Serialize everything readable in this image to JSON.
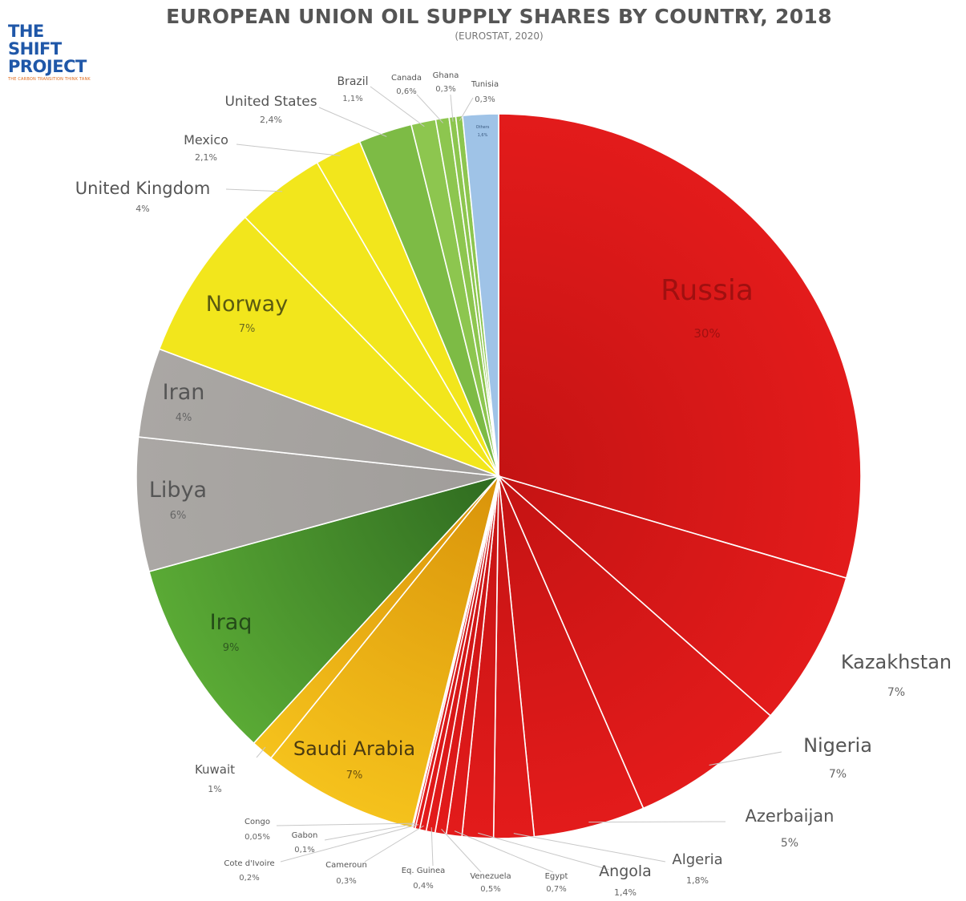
{
  "header": {
    "title": "EUROPEAN UNION OIL SUPPLY SHARES BY COUNTRY, 2018",
    "subtitle": "(EUROSTAT, 2020)"
  },
  "logo": {
    "line1": "THE SHIFT",
    "line2": "PROJECT",
    "tagline": "THE CARBON TRANSITION THINK TANK"
  },
  "chart_data": {
    "type": "pie",
    "title": "EUROPEAN UNION OIL SUPPLY SHARES BY COUNTRY, 2018",
    "subtitle": "(EUROSTAT, 2020)",
    "start_angle_deg": 0,
    "direction": "clockwise",
    "slices": [
      {
        "label": "Russia",
        "value_label": "30%",
        "value": 29.7,
        "color": "#e31b1b",
        "shade": "#c41313"
      },
      {
        "label": "Kazakhstan",
        "value_label": "7%",
        "value": 7.0,
        "color": "#e31b1b",
        "shade": "#c41313"
      },
      {
        "label": "Nigeria",
        "value_label": "7%",
        "value": 7.0,
        "color": "#e31b1b",
        "shade": "#c41313"
      },
      {
        "label": "Azerbaijan",
        "value_label": "5%",
        "value": 5.0,
        "color": "#e31b1b",
        "shade": "#c41313"
      },
      {
        "label": "Algeria",
        "value_label": "1,8%",
        "value": 1.8,
        "color": "#e31b1b",
        "shade": "#c41313"
      },
      {
        "label": "Angola",
        "value_label": "1,4%",
        "value": 1.4,
        "color": "#e31b1b",
        "shade": "#c41313"
      },
      {
        "label": "Egypt",
        "value_label": "0,7%",
        "value": 0.7,
        "color": "#e31b1b",
        "shade": "#c41313"
      },
      {
        "label": "Venezuela",
        "value_label": "0,5%",
        "value": 0.5,
        "color": "#e31b1b",
        "shade": "#c41313"
      },
      {
        "label": "Eq. Guinea",
        "value_label": "0,4%",
        "value": 0.4,
        "color": "#e31b1b",
        "shade": "#c41313"
      },
      {
        "label": "Cameroun",
        "value_label": "0,3%",
        "value": 0.3,
        "color": "#e31b1b",
        "shade": "#c41313"
      },
      {
        "label": "Cote d'Ivoire",
        "value_label": "0,2%",
        "value": 0.2,
        "color": "#e31b1b",
        "shade": "#c41313"
      },
      {
        "label": "Gabon",
        "value_label": "0,1%",
        "value": 0.1,
        "color": "#e31b1b",
        "shade": "#c41313"
      },
      {
        "label": "Congo",
        "value_label": "0,05%",
        "value": 0.05,
        "color": "#e31b1b",
        "shade": "#c41313"
      },
      {
        "label": "Saudi Arabia",
        "value_label": "7%",
        "value": 7.0,
        "color": "#f5c21c",
        "shade": "#d9930a"
      },
      {
        "label": "Kuwait",
        "value_label": "1%",
        "value": 1.0,
        "color": "#f5c21c",
        "shade": "#d9930a"
      },
      {
        "label": "Iraq",
        "value_label": "9%",
        "value": 9.0,
        "color": "#5aaa35",
        "shade": "#2f6b20"
      },
      {
        "label": "Libya",
        "value_label": "6%",
        "value": 6.0,
        "color": "#aaa7a4",
        "shade": "#a09d9a"
      },
      {
        "label": "Iran",
        "value_label": "4%",
        "value": 4.0,
        "color": "#aaa7a4",
        "shade": "#a09d9a"
      },
      {
        "label": "Norway",
        "value_label": "7%",
        "value": 7.0,
        "color": "#f2e61c",
        "shade": "#f2e61c"
      },
      {
        "label": "United Kingdom",
        "value_label": "4%",
        "value": 4.0,
        "color": "#f2e61c",
        "shade": "#f2e61c"
      },
      {
        "label": "Mexico",
        "value_label": "2,1%",
        "value": 2.1,
        "color": "#f2e61c",
        "shade": "#f2e61c"
      },
      {
        "label": "United States",
        "value_label": "2,4%",
        "value": 2.4,
        "color": "#7dbb45",
        "shade": "#7dbb45"
      },
      {
        "label": "Brazil",
        "value_label": "1,1%",
        "value": 1.1,
        "color": "#8dc64f",
        "shade": "#8dc64f"
      },
      {
        "label": "Canada",
        "value_label": "0,6%",
        "value": 0.6,
        "color": "#8dc64f",
        "shade": "#8dc64f"
      },
      {
        "label": "Ghana",
        "value_label": "0,3%",
        "value": 0.3,
        "color": "#8dc64f",
        "shade": "#8dc64f"
      },
      {
        "label": "Tunisia",
        "value_label": "0,3%",
        "value": 0.3,
        "color": "#8dc64f",
        "shade": "#8dc64f"
      },
      {
        "label": "Others",
        "value_label": "1,6%",
        "value": 1.6,
        "color": "#9fc3e7",
        "shade": "#9fc3e7"
      }
    ]
  }
}
